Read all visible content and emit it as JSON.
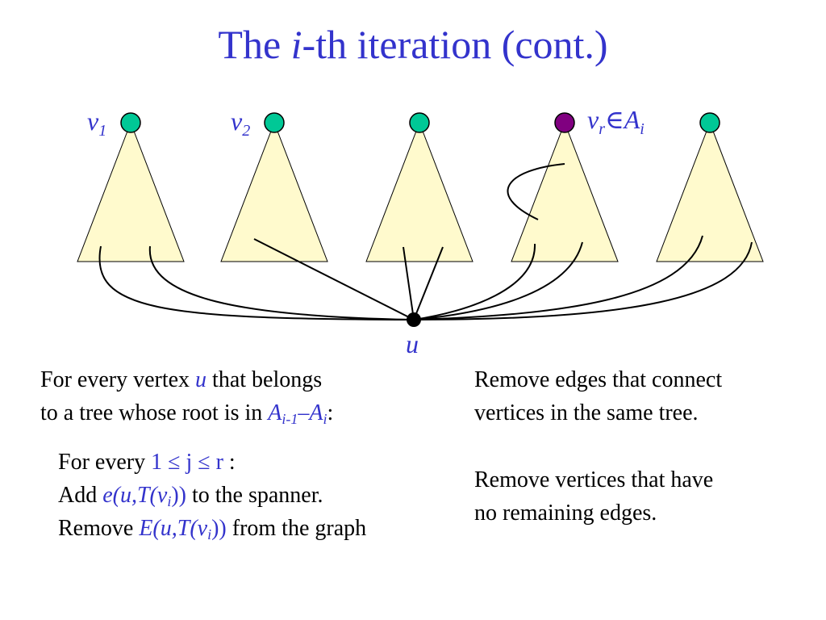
{
  "title": {
    "prefix": "The ",
    "italic": "i",
    "suffix": "-th iteration (cont.)"
  },
  "labels": {
    "v1": {
      "base": "v",
      "sub": "1"
    },
    "v2": {
      "base": "v",
      "sub": "2"
    },
    "vr": {
      "base": "v",
      "sub": "r",
      "member": "∈",
      "set": "A",
      "set_sub": "i"
    },
    "u": "u"
  },
  "left_text": {
    "line1_prefix": "For every vertex ",
    "line1_var": "u",
    "line1_suffix": " that belongs",
    "line2_prefix": "to a tree whose root is in ",
    "set_a": "A",
    "set_a_sub": "i-1",
    "minus": "–",
    "set_b": "A",
    "set_b_sub": "i",
    "line2_suffix": ":"
  },
  "loop_text": {
    "line1_prefix": "For every ",
    "range": "1 ≤ j ≤ r",
    "line1_suffix": " :",
    "line2_prefix": "Add ",
    "add_expr": "e(u,T(v",
    "add_sub": "i",
    "add_close": "))",
    "line2_suffix": " to the spanner.",
    "line3_prefix": "Remove ",
    "remove_expr": "E(u,T(v",
    "remove_sub": "i",
    "remove_close": "))",
    "line3_suffix": " from the graph"
  },
  "right_text": {
    "line1": "Remove edges that connect",
    "line2": "vertices in the same tree.",
    "line3": "Remove vertices that have",
    "line4": "no remaining edges."
  },
  "colors": {
    "title": "#3333cc",
    "tree_fill": "#fffacd",
    "root_green": "#00c896",
    "root_purple": "#800080",
    "vertex_u": "#000000"
  }
}
